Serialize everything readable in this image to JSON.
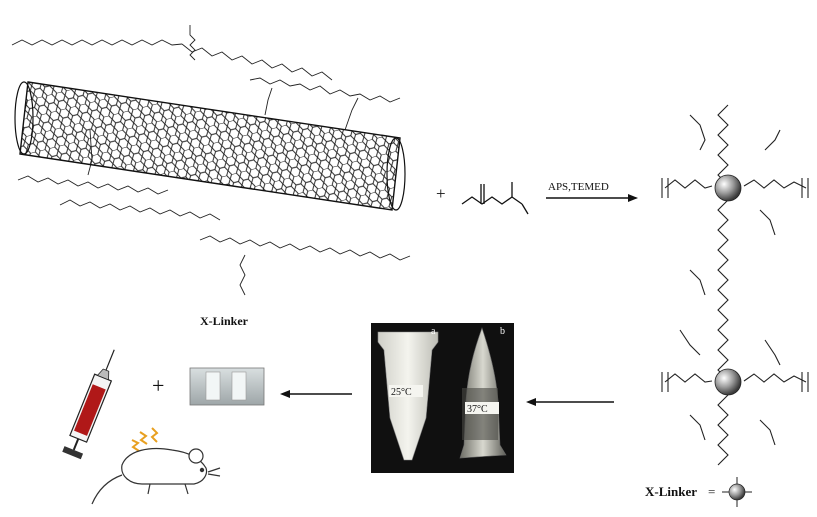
{
  "reaction": {
    "plus_1": "+",
    "plus_2": "+",
    "reagent_label": "APS,TEMED"
  },
  "labels": {
    "crosslinker": "X-Linker",
    "legend_text": "X-Linker",
    "legend_equals": "="
  },
  "photo": {
    "panel_a": "a",
    "panel_b": "b",
    "temp_a": "25°C",
    "temp_b": "37°C"
  },
  "colors": {
    "syringe_fluid": "#b01818",
    "spark": "#e8a020",
    "photo_bg": "#101010"
  }
}
